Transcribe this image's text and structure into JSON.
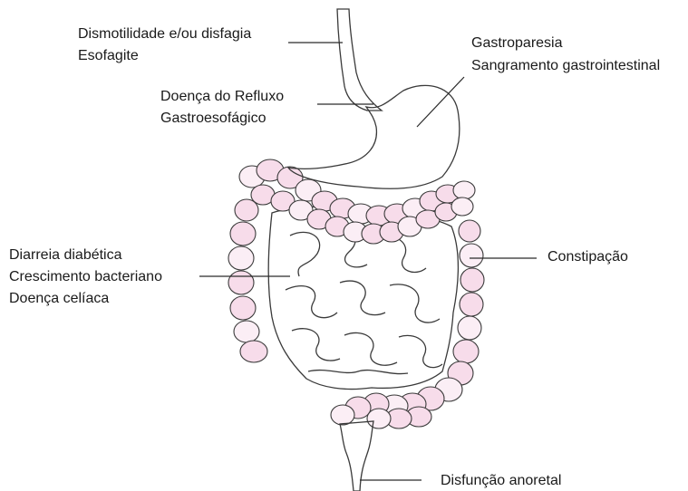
{
  "labels": {
    "esophagus_line1": "Dismotilidade e/ou disfagia",
    "esophagus_line2": "Esofagite",
    "reflux_line1": "Doença do Refluxo",
    "reflux_line2": "Gastroesofágico",
    "stomach_line1": "Gastroparesia",
    "stomach_line2": "Sangramento gastrointestinal",
    "small_bowel_line1": "Diarreia diabética",
    "small_bowel_line2": "Crescimento bacteriano",
    "small_bowel_line3": "Doença celíaca",
    "colon_line1": "Constipação",
    "anorectal_line1": "Disfunção anoretal"
  },
  "colors": {
    "stomach_fill": "#f2e4dc",
    "small_intestine_fill": "#e6d6d0",
    "colon_fill": "#f7dcea",
    "colon_highlight": "#fbeef5",
    "outline": "#3a3a3a"
  },
  "organs": [
    "esophagus",
    "stomach",
    "small-intestine",
    "colon",
    "rectum",
    "anal-canal"
  ]
}
